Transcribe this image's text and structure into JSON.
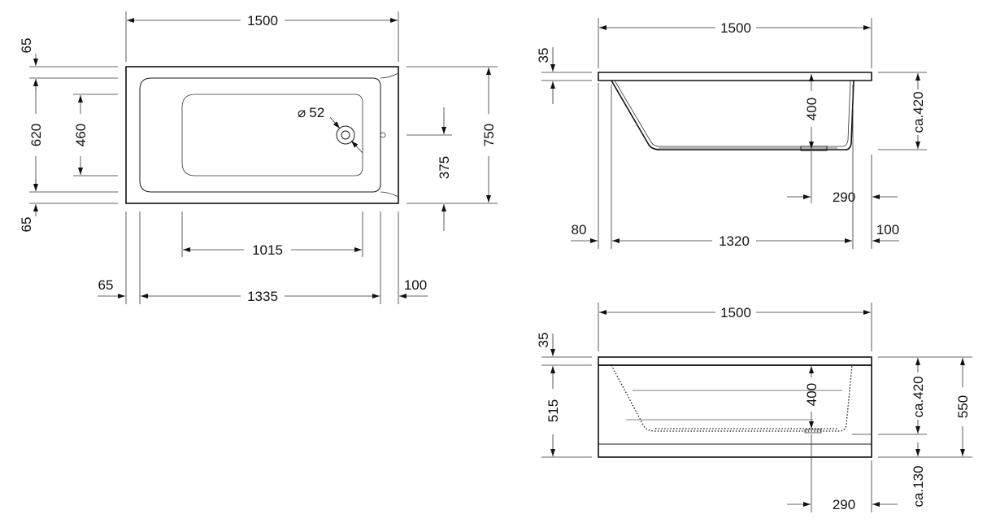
{
  "colors": {
    "ink": "#111111",
    "background": "#ffffff"
  },
  "top_view": {
    "overall_length": "1500",
    "overall_width": "750",
    "rim_top": "65",
    "rim_bottom": "65",
    "inner_width": "620",
    "floor_width": "460",
    "drain_offset": "375",
    "floor_length": "1015",
    "rim_left": "65",
    "inner_length": "1335",
    "rim_right": "100",
    "drain_diameter": "52",
    "diameter_symbol": "⌀"
  },
  "section_view": {
    "overall_length": "1500",
    "rim_thickness": "35",
    "inner_depth": "400",
    "outer_depth": "ca.420",
    "drain_distance": "290",
    "rim_left": "80",
    "inner_length": "1320",
    "rim_right": "100"
  },
  "front_view": {
    "overall_length": "1500",
    "rim_thickness": "35",
    "panel_height": "515",
    "inner_depth": "400",
    "outer_depth": "ca.420",
    "total_height": "550",
    "plinth_height": "ca.130",
    "drain_distance": "290"
  }
}
